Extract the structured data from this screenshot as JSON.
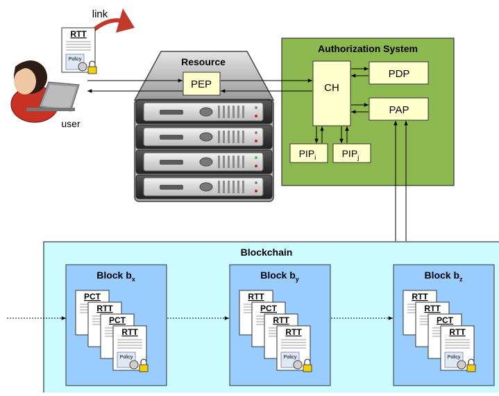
{
  "link_label": "link",
  "user": {
    "label": "user"
  },
  "resource": {
    "title": "Resource",
    "pep": "PEP"
  },
  "auth": {
    "title": "Authorization System",
    "ch": "CH",
    "pdp": "PDP",
    "pap": "PAP",
    "pip_i": {
      "base": "PIP",
      "sub": "i"
    },
    "pip_j": {
      "base": "PIP",
      "sub": "j"
    }
  },
  "user_doc": {
    "title": "RTT",
    "policy": "Policy"
  },
  "blockchain": {
    "title": "Blockchain",
    "blocks": [
      {
        "base": "Block b",
        "sub": "x",
        "docs": [
          "PCT",
          "RTT",
          "PCT",
          "RTT"
        ]
      },
      {
        "base": "Block b",
        "sub": "y",
        "docs": [
          "RTT",
          "PCT",
          "RTT",
          "RTT"
        ]
      },
      {
        "base": "Block b",
        "sub": "z",
        "docs": [
          "RTT",
          "RTT",
          "PCT",
          "RTT"
        ]
      }
    ]
  },
  "doc_policy_label": "Policy",
  "colors": {
    "auth_bg": "#8cb84f",
    "box_fill": "#ffffcc",
    "blockchain_bg": "#ccfcff",
    "block_bg": "#99ccff",
    "link_arrow": "#c0392b",
    "lock": "#f5d000",
    "avatar_shirt": "#c83225"
  }
}
